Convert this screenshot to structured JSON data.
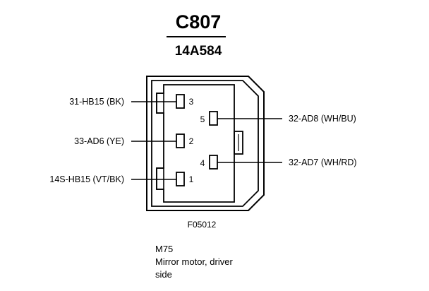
{
  "connector": {
    "id": "C807",
    "part_number": "14A584",
    "figure_ref": "F05012"
  },
  "pins": [
    {
      "number": "3",
      "wire": "31-HB15 (BK)"
    },
    {
      "number": "2",
      "wire": "33-AD6 (YE)"
    },
    {
      "number": "1",
      "wire": "14S-HB15 (VT/BK)"
    },
    {
      "number": "5",
      "wire": "32-AD8 (WH/BU)"
    },
    {
      "number": "4",
      "wire": "32-AD7 (WH/RD)"
    }
  ],
  "caption": {
    "code": "M75",
    "line1": "Mirror motor, driver",
    "line2": "side"
  }
}
